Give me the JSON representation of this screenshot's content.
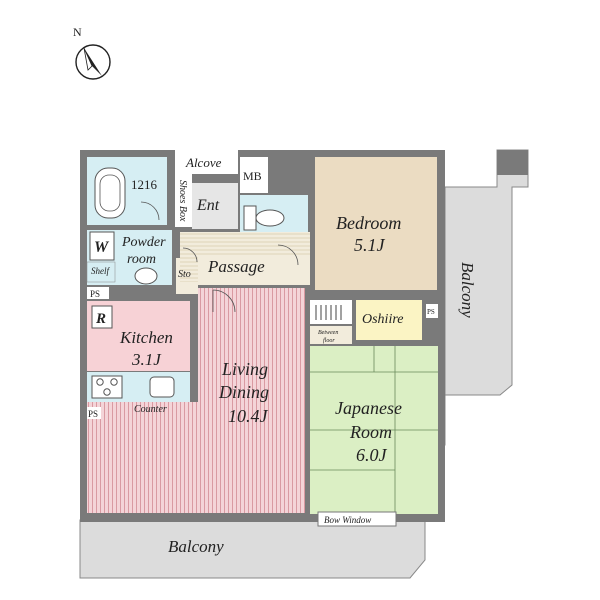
{
  "compass": {
    "label": "N"
  },
  "rooms": {
    "bath": {
      "size": "1216"
    },
    "alcove": {
      "name": "Alcove"
    },
    "mb": {
      "name": "MB"
    },
    "shoes_box": {
      "name": "Shoes Box"
    },
    "ent": {
      "name": "Ent"
    },
    "powder": {
      "line1": "Powder",
      "line2": "room"
    },
    "washer": {
      "mark": "W"
    },
    "shelf": {
      "name": "Shelf"
    },
    "sto": {
      "name": "Sto"
    },
    "passage": {
      "name": "Passage"
    },
    "bedroom": {
      "name": "Bedroom",
      "size": "5.1J"
    },
    "ps_left_upper": {
      "name": "PS"
    },
    "fridge": {
      "mark": "R"
    },
    "kitchen": {
      "name": "Kitchen",
      "size": "3.1J"
    },
    "counter": {
      "name": "Counter"
    },
    "ps_left_lower": {
      "name": "PS"
    },
    "living": {
      "line1": "Living",
      "line2": "Dining",
      "size": "10.4J"
    },
    "between_floor": {
      "line1": "Between",
      "line2": "floor"
    },
    "oshiire": {
      "name": "Oshiire"
    },
    "ps_right": {
      "name": "PS"
    },
    "japanese": {
      "line1": "Japanese",
      "line2": "Room",
      "size": "6.0J"
    },
    "bow_window": {
      "name": "Bow Window"
    },
    "balcony_bottom": {
      "name": "Balcony"
    },
    "balcony_right": {
      "name": "Balcony"
    }
  },
  "colors": {
    "wall": "#7a7a7a",
    "bedroom": "#ebdcc2",
    "living": "#f3d2d6",
    "living_stripe": "#d99aa2",
    "kitchen": "#f7d2d6",
    "japanese": "#dbefc4",
    "wet_area": "#d6eef3",
    "corridor": "#f2ecdc",
    "oshiire": "#fbf4c4",
    "balcony": "#dcdcdc"
  }
}
